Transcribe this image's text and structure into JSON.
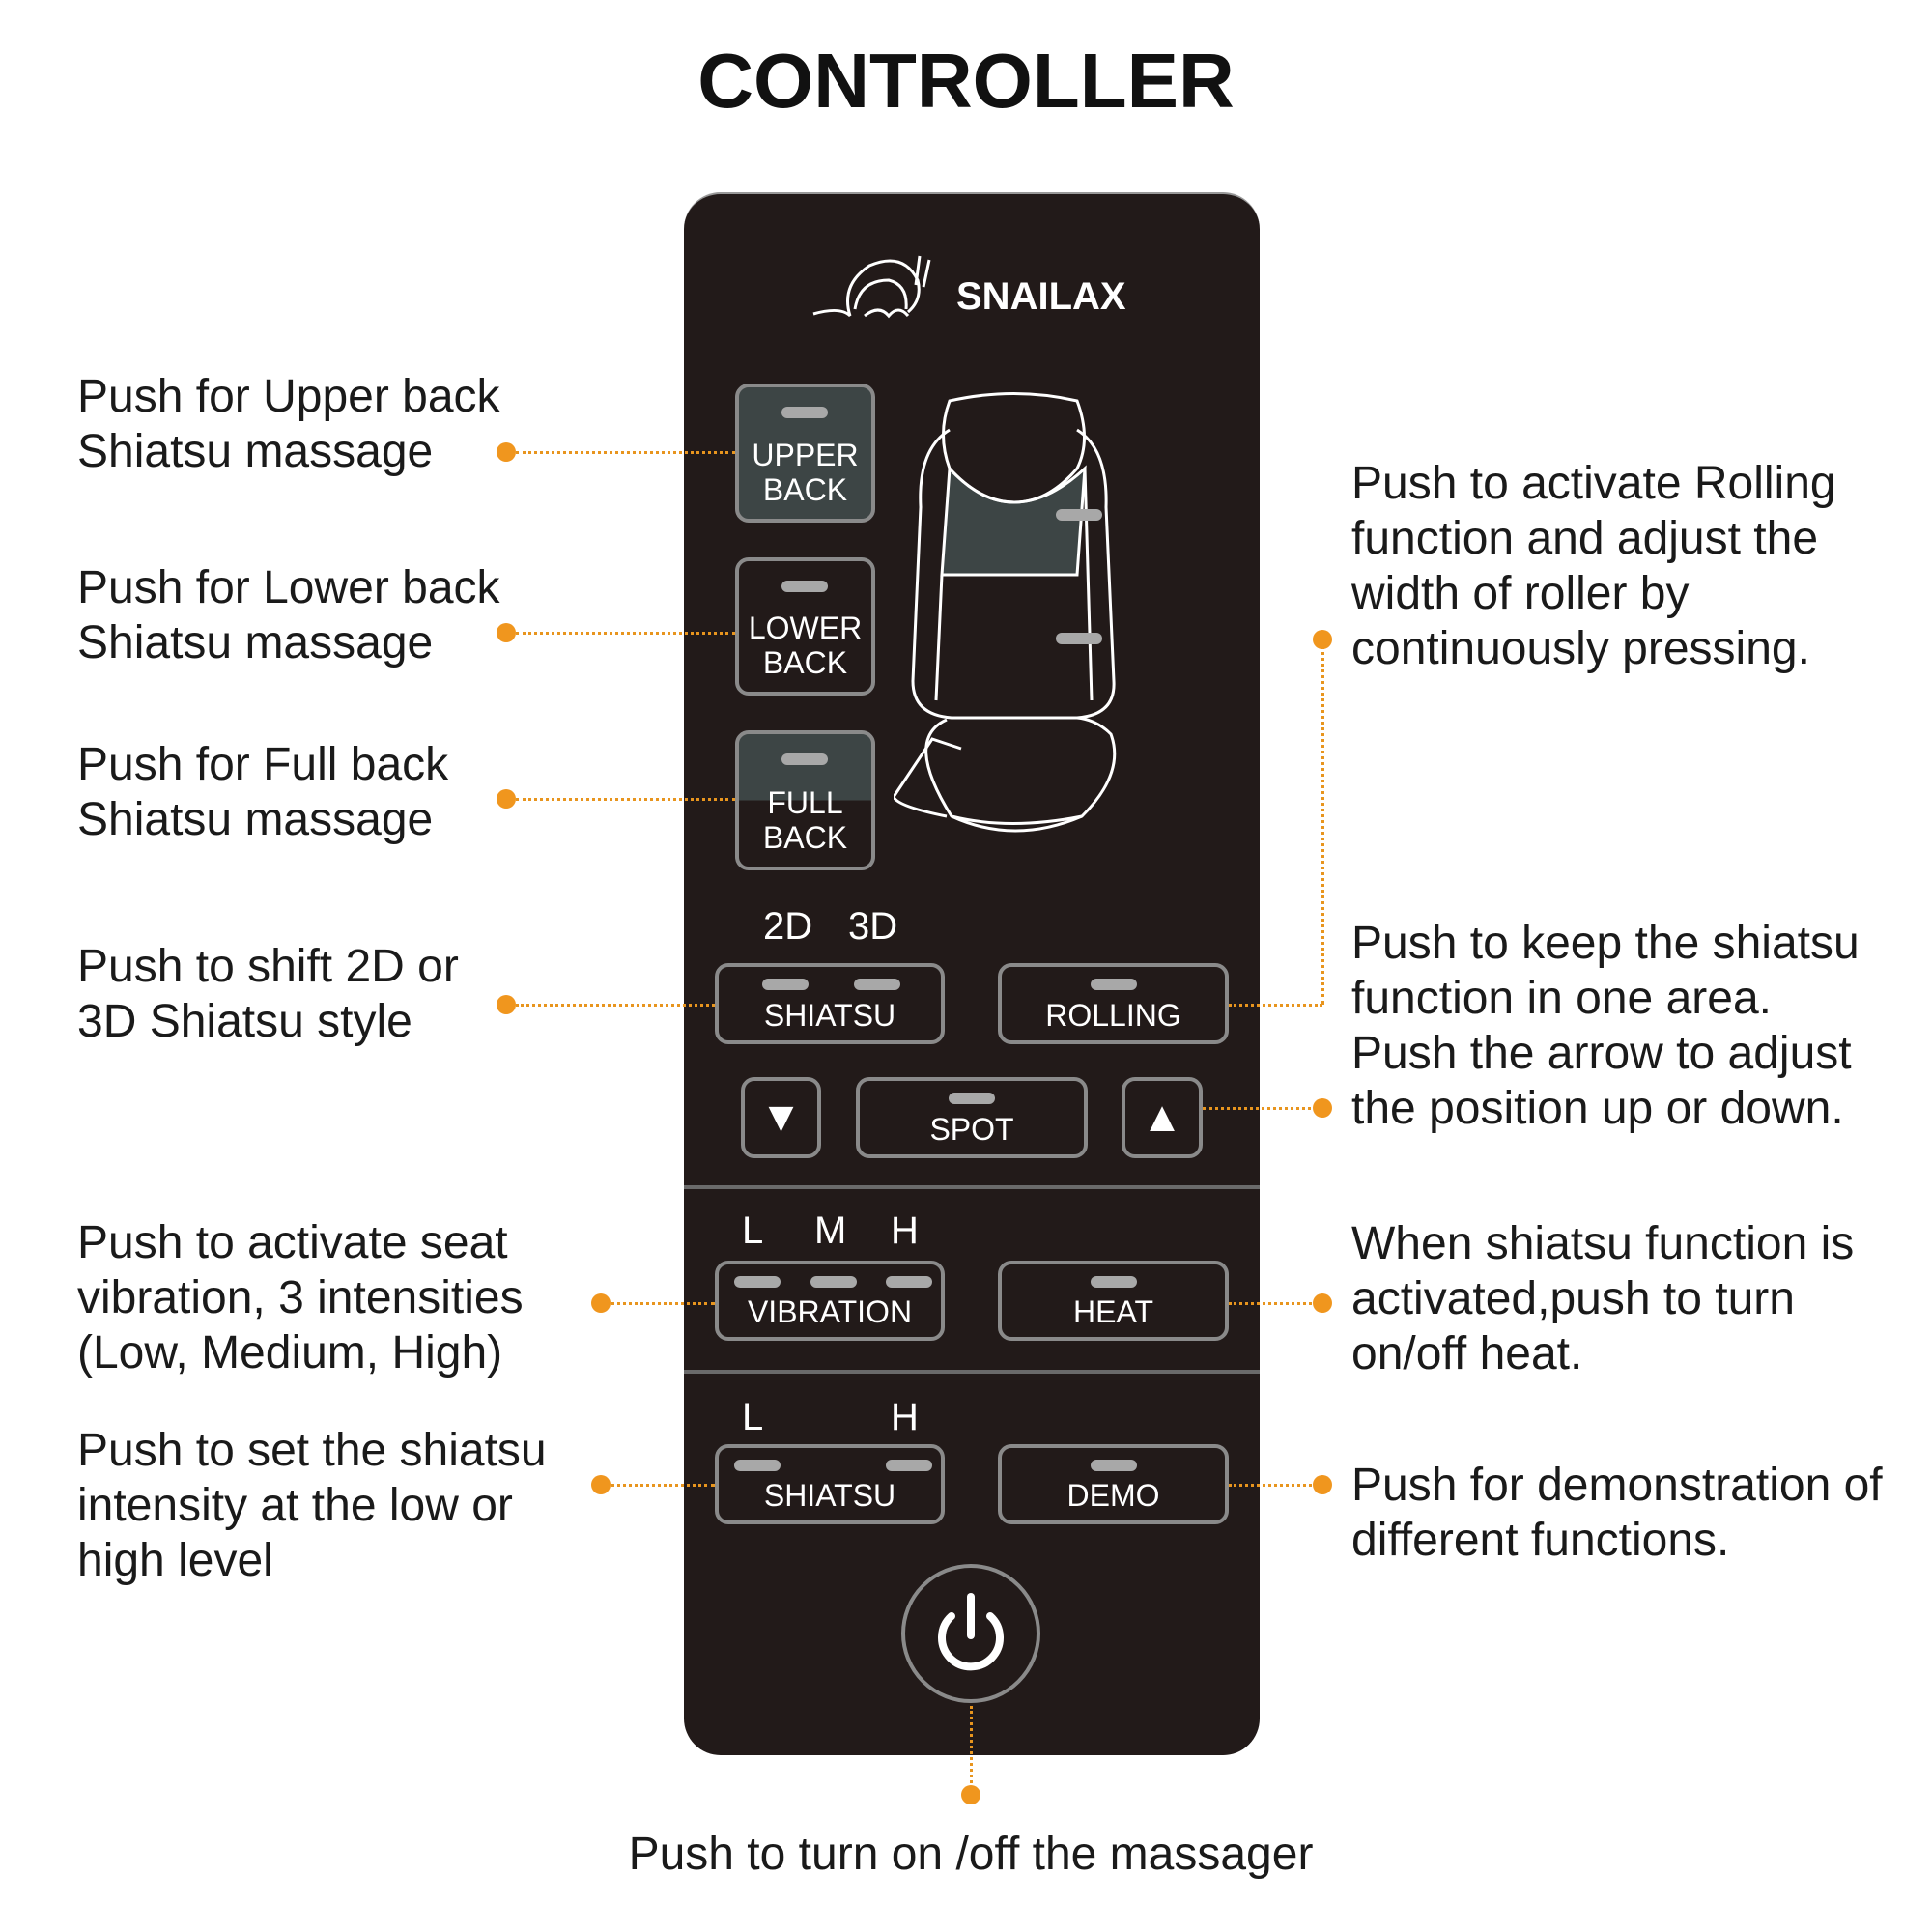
{
  "title": "CONTROLLER",
  "brand": "SNAILAX",
  "colors": {
    "accent": "#f0961e",
    "panel": "#221a19",
    "active_button": "#3d4545"
  },
  "buttons": {
    "upper_back": [
      "UPPER",
      "BACK"
    ],
    "lower_back": [
      "LOWER",
      "BACK"
    ],
    "full_back": [
      "FULL",
      "BACK"
    ],
    "shiatsu_style": "SHIATSU",
    "style_labels": [
      "2D",
      "3D"
    ],
    "rolling": "ROLLING",
    "spot": "SPOT",
    "vibration": "VIBRATION",
    "vibration_labels": [
      "L",
      "M",
      "H"
    ],
    "heat": "HEAT",
    "shiatsu_intensity": "SHIATSU",
    "intensity_labels": [
      "L",
      "H"
    ],
    "demo": "DEMO"
  },
  "annotations": {
    "upper_back": [
      "Push for Upper back",
      "Shiatsu massage"
    ],
    "lower_back": [
      "Push for Lower back",
      "Shiatsu massage"
    ],
    "full_back": [
      "Push for Full back",
      "Shiatsu massage"
    ],
    "style": [
      "Push to shift 2D or",
      "3D Shiatsu style"
    ],
    "vibration": [
      "Push to activate seat",
      "vibration, 3 intensities",
      "(Low, Medium, High)"
    ],
    "intensity": [
      "Push to set the shiatsu",
      "intensity at the low or",
      "high level"
    ],
    "rolling": [
      "Push to activate Rolling",
      "function and adjust the",
      "width of roller by",
      "continuously pressing."
    ],
    "spot": [
      "Push to keep the shiatsu",
      "function in one area.",
      "Push the arrow to adjust",
      "the position up or down."
    ],
    "heat": [
      "When shiatsu function is",
      "activated,push to turn",
      "on/off heat."
    ],
    "demo": [
      "Push for demonstration of",
      "different functions."
    ],
    "power": "Push to turn on /off the massager"
  }
}
